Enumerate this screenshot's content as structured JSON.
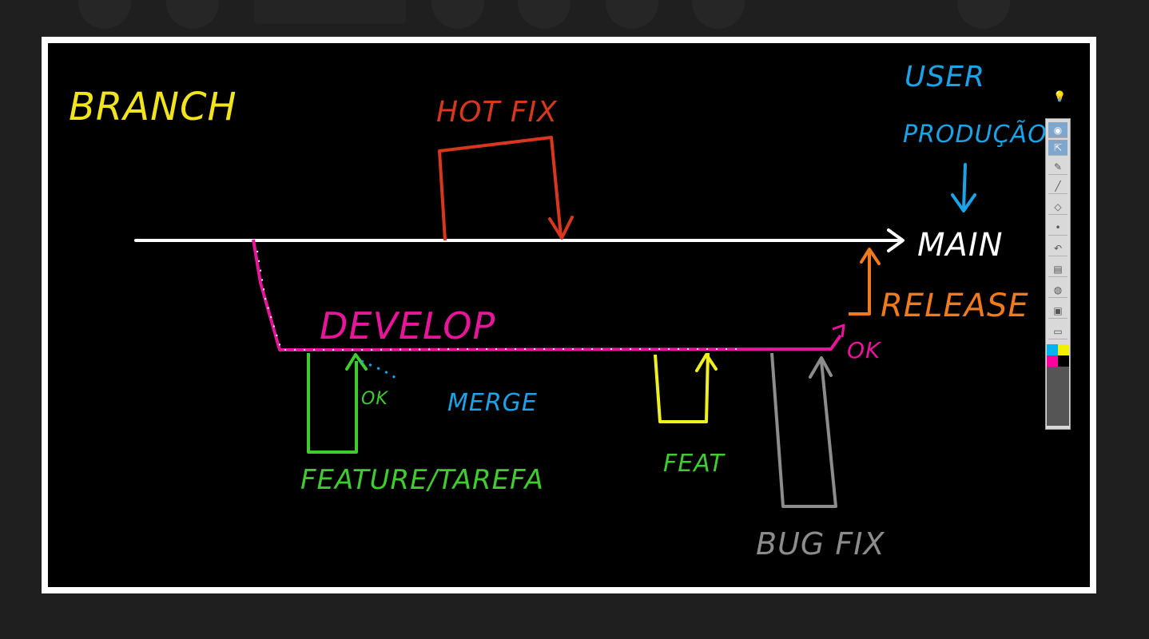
{
  "diagram": {
    "title": "BRANCH",
    "labels": {
      "hotfix": "HOT FIX",
      "user": "USER",
      "producao": "PRODUÇÃO",
      "main": "MAIN",
      "develop": "DEVELOP",
      "release": "RELEASE",
      "ok_release": "OK",
      "ok_merge": "OK",
      "merge": "MERGE",
      "feature": "FEATURE/TAREFA",
      "feat": "FEAT",
      "bugfix": "BUG FIX"
    },
    "colors": {
      "background": "#000000",
      "frame": "#ffffff",
      "title": "#f2e41a",
      "hotfix": "#d9361e",
      "main": "#ffffff",
      "develop": "#e8149a",
      "release": "#f07a1c",
      "user": "#1ba3e8",
      "merge": "#1ba3e8",
      "feature": "#3fcc2e",
      "feat": "#f0f01e",
      "bugfix": "#8c8c8c"
    }
  },
  "toolbar": {
    "lamp_icon": "lightbulb-icon",
    "tools": [
      {
        "name": "eye-icon",
        "glyph": "◉",
        "active": true
      },
      {
        "name": "pointer-icon",
        "glyph": "⇱",
        "active": true
      },
      {
        "name": "pencil-icon",
        "glyph": "✎",
        "active": false
      },
      {
        "name": "line-icon",
        "glyph": "╱",
        "active": false
      },
      {
        "name": "eraser-icon",
        "glyph": "◇",
        "active": false
      },
      {
        "name": "dot-icon",
        "glyph": "•",
        "active": false
      },
      {
        "name": "undo-icon",
        "glyph": "↶",
        "active": false
      },
      {
        "name": "trash-icon",
        "glyph": "▤",
        "active": false
      },
      {
        "name": "palette-icon",
        "glyph": "◍",
        "active": false
      },
      {
        "name": "camera-icon",
        "glyph": "▣",
        "active": false
      },
      {
        "name": "clipboard-icon",
        "glyph": "▭",
        "active": false
      }
    ],
    "swatches": [
      "#00b4f0",
      "#f0f000",
      "#ff00a0",
      "#000000",
      "#555555",
      "#555555"
    ]
  }
}
